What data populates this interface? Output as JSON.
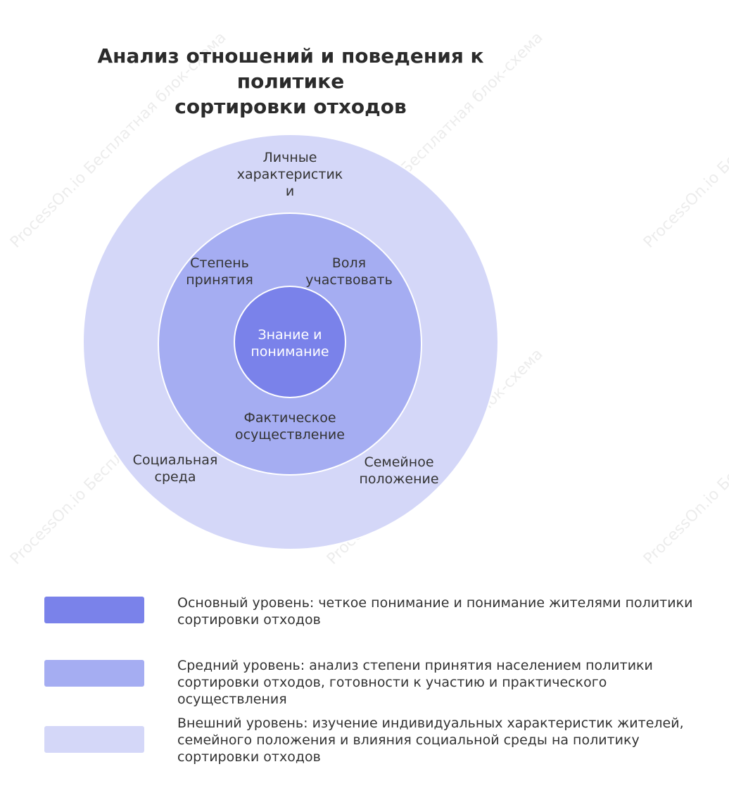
{
  "title": "Анализ отношений и поведения к политике\nсортировки отходов",
  "watermark": "ProcessOn.io Бесплатная блок-схема",
  "colors": {
    "core": "#7a82ea",
    "middle": "#a5adf2",
    "outer": "#d4d7f8"
  },
  "diagram": {
    "core": {
      "label": "Знание и\nпонимание"
    },
    "middle": {
      "labels": {
        "acceptance": "Степень\nпринятия",
        "willingness": "Воля\nучаствовать",
        "implementation": "Фактическое\nосуществление"
      }
    },
    "outer": {
      "labels": {
        "personal": "Личные\nхарактеристик\nи",
        "social": "Социальная\nсреда",
        "family": "Семейное\nположение"
      }
    }
  },
  "legend": [
    {
      "level": "core",
      "text": "Основный уровень: четкое понимание и понимание жителями политики сортировки отходов"
    },
    {
      "level": "middle",
      "text": "Средний уровень: анализ степени принятия населением политики сортировки отходов, готовности к участию и практического осуществления"
    },
    {
      "level": "outer",
      "text": "Внешний уровень: изучение индивидуальных характеристик жителей, семейного положения и влияния социальной среды на политику сортировки отходов"
    }
  ]
}
